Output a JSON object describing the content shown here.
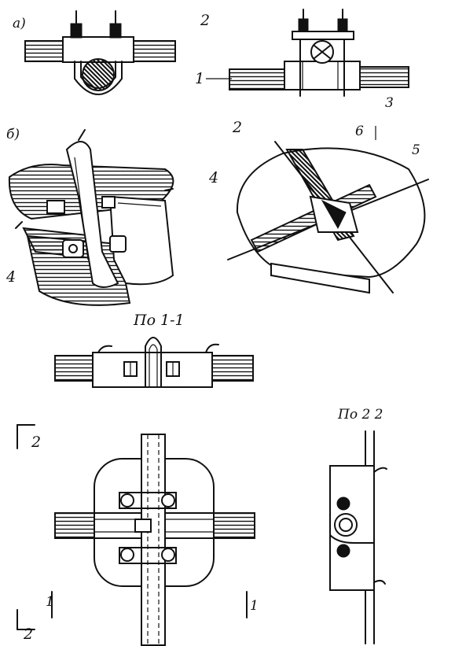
{
  "labels": {
    "fig_a": "а)",
    "fig_b": "б)",
    "num_1_top": "1",
    "num_2_top": "2",
    "num_3_top": "3",
    "num_2_mid": "2",
    "num_4_left": "4",
    "num_4_right": "4",
    "num_5": "5",
    "num_6": "6",
    "section_1": "По 1-1",
    "section_2": "По 2 2",
    "mark_2_top": "2",
    "mark_2_bottom": "2",
    "mark_1_left": "1",
    "mark_1_right": "1"
  }
}
